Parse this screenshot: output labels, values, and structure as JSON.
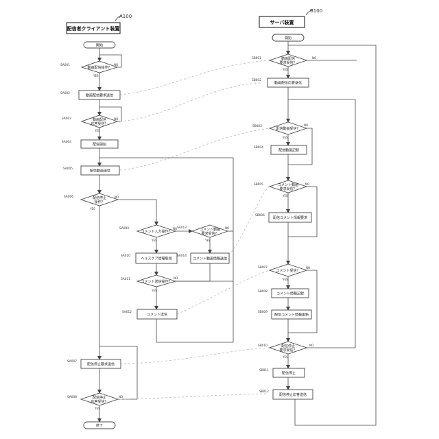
{
  "client": {
    "ref": "A100",
    "title": "配信者クライアント装置",
    "start": "開始",
    "end": "終了",
    "steps": {
      "SA001": {
        "id": "SA001",
        "text": "動画配信操作？"
      },
      "SA002": {
        "id": "SA002",
        "text": "動画配信要求送信"
      },
      "SA003": {
        "id": "SA003",
        "text": "動画配信\n応答受信？"
      },
      "SA004": {
        "id": "SA004",
        "text": "配信開始"
      },
      "SA005": {
        "id": "SA005",
        "text": "配信動画送信"
      },
      "SA006": {
        "id": "SA006",
        "text": "配信停止\n操作？"
      },
      "SA009": {
        "id": "SA009",
        "text": "コメント入力操作？"
      },
      "SA010": {
        "id": "SA010",
        "text": "ヘルスケア情報取得"
      },
      "SA011": {
        "id": "SA011",
        "text": "コメント送信操作？"
      },
      "SA012": {
        "id": "SA012",
        "text": "コメント送信"
      },
      "SA013": {
        "id": "SA013",
        "text": "コメント動画\n要求受信？"
      },
      "SA014": {
        "id": "SA014",
        "text": "コメント動画情報送信"
      },
      "SA007": {
        "id": "SA007",
        "text": "配信停止要求送信"
      },
      "SA008": {
        "id": "SA008",
        "text": "配信停止\n応答受信？"
      }
    }
  },
  "server": {
    "ref": "B100",
    "title": "サーバ装置",
    "start": "開始",
    "steps": {
      "SB001": {
        "id": "SB001",
        "text": "動画配信\n要求受信？"
      },
      "SB002": {
        "id": "SB002",
        "text": "動画配信応答送信"
      },
      "SB003": {
        "id": "SB003",
        "text": "配信動画受信？"
      },
      "SB004": {
        "id": "SB004",
        "text": "配信動画記録"
      },
      "SB005": {
        "id": "SB005",
        "text": "コメント動画\n要求受信？"
      },
      "SB006": {
        "id": "SB006",
        "text": "配信コメント情報要求"
      },
      "SB007": {
        "id": "SB007",
        "text": "コメント受信？"
      },
      "SB008": {
        "id": "SB008",
        "text": "コメント情報記録"
      },
      "SB009": {
        "id": "SB009",
        "text": "配信コメント情報更新"
      },
      "SB010": {
        "id": "SB010",
        "text": "配信停止\n要求受信？"
      },
      "SB011": {
        "id": "SB011",
        "text": "配信停止"
      },
      "SB012": {
        "id": "SB012",
        "text": "配信停止応答送信"
      }
    }
  },
  "labels": {
    "yes": "YES",
    "no": "NO"
  }
}
